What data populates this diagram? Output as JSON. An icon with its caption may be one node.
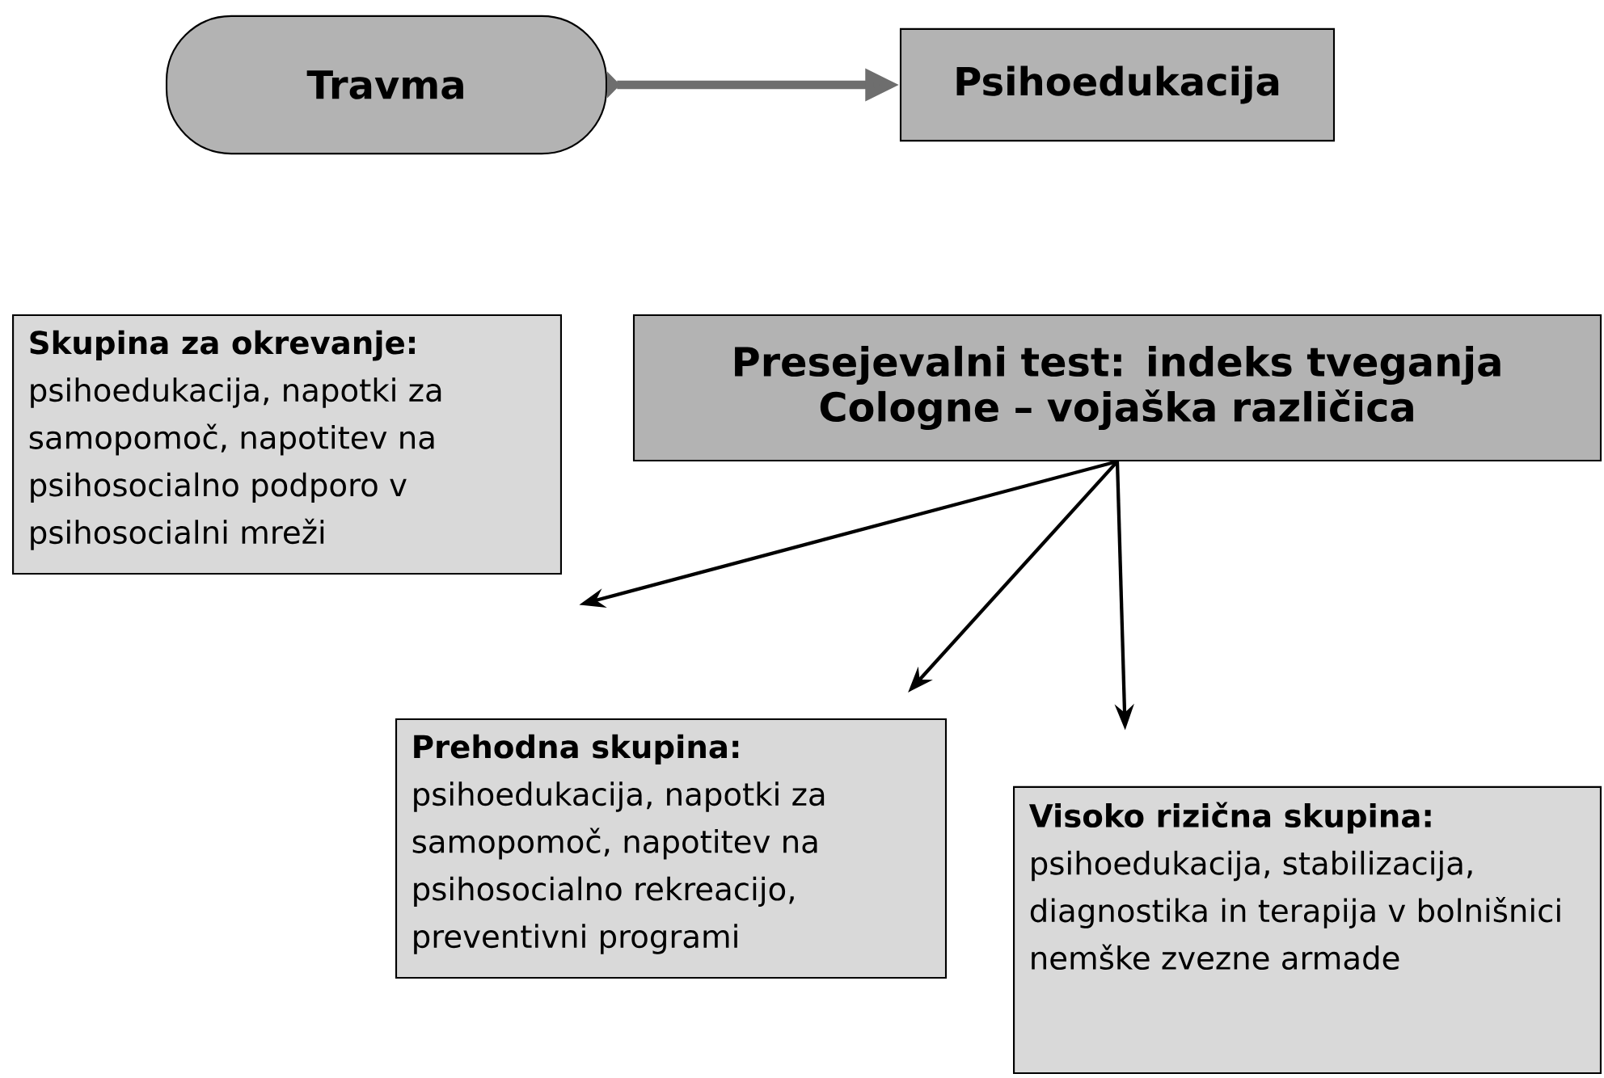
{
  "diagram": {
    "nodes": [
      {
        "text": [
          "Travma"
        ]
      },
      {
        "text": [
          "Psihoedukacija"
        ]
      },
      {
        "text": [
          "Skupina za okrevanje:",
          "psihoedukacija, napotki za samopomoč, napotitev na psihosocialno podporo v psihosocialni mreži"
        ]
      },
      {
        "text": [
          "Presejevalni test: indeks tveganja Cologne – vojaška različica"
        ]
      },
      {
        "text": [
          "Prehodna skupina:",
          "psihoedukacija, napotki za samopomoč, napotitev na psihosocialno rekreacijo, preventivni programi"
        ]
      },
      {
        "text": [
          "Visoko rizična skupina:",
          "psihoedukacija, stabilizacija, diagnostika in terapija v bolnišnici nemške zvezne armade"
        ]
      }
    ],
    "edges": [
      {
        "from": 0,
        "to": 1,
        "arrow": "to",
        "style": "thick",
        "color": "#6e6e6e"
      },
      {
        "from": 3,
        "to": 2,
        "arrow": "to"
      },
      {
        "from": 3,
        "to": 4,
        "arrow": "to"
      },
      {
        "from": 3,
        "to": 5,
        "arrow": "to"
      }
    ]
  }
}
